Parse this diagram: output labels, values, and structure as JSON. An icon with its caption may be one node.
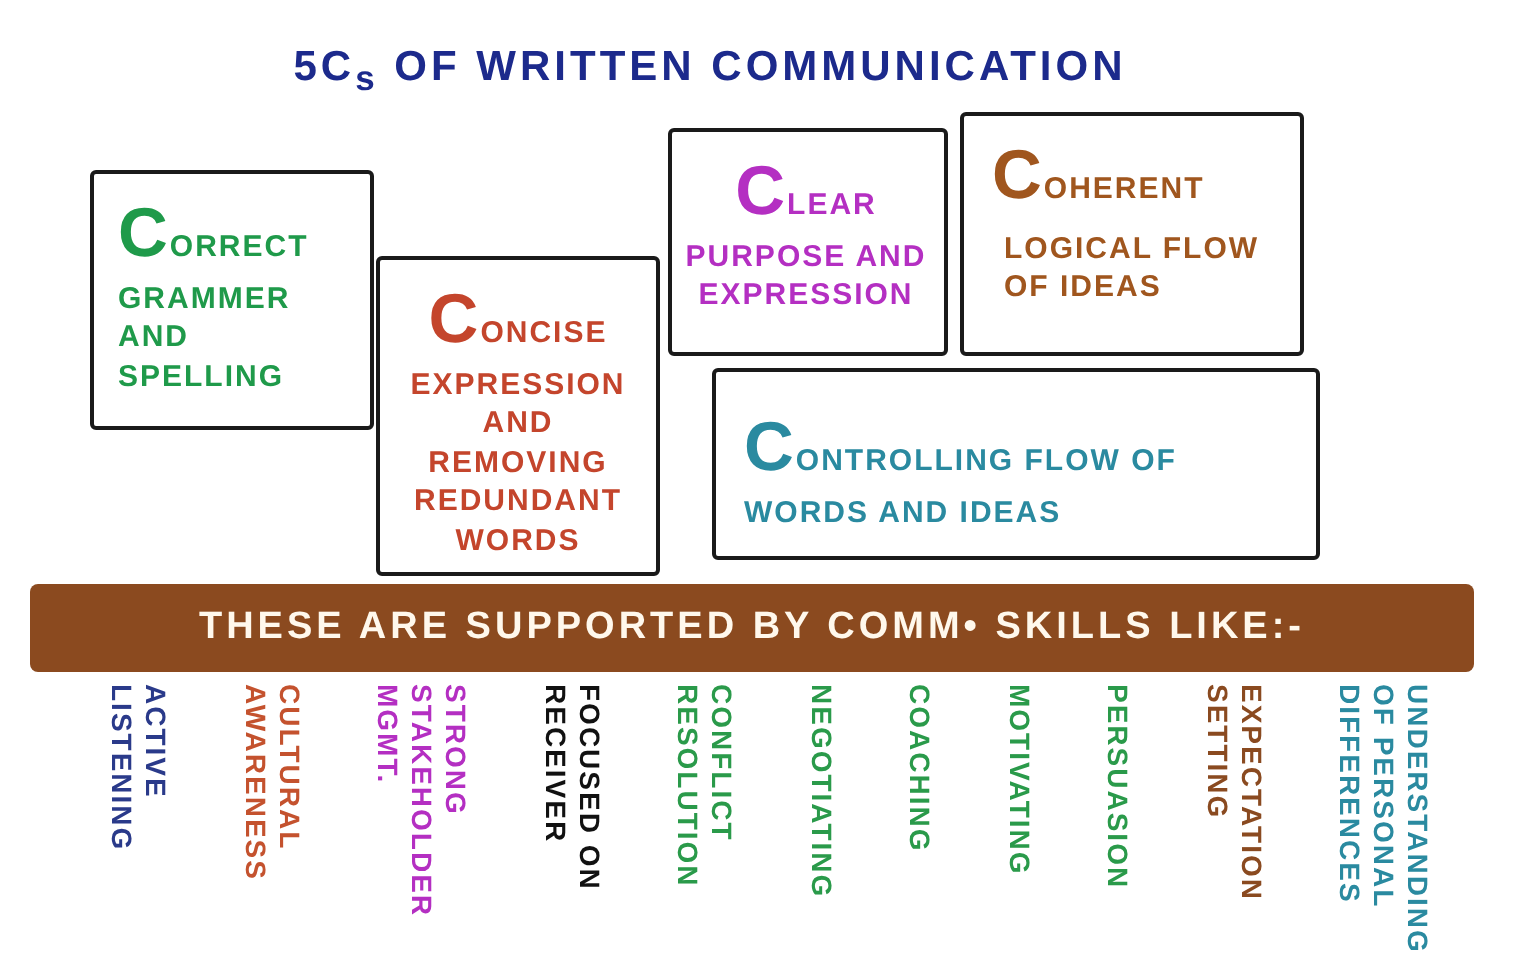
{
  "diagram": {
    "title": "5C$_{s}$ OF WRITTEN COMMUNICATION",
    "nodes": [
      {
        "text": [
          "CORRECT GRAMMER AND SPELLING"
        ]
      },
      {
        "text": [
          "CONCISE EXPRESSION AND REMOVING REDUNDANT WORDS"
        ]
      },
      {
        "text": [
          "CLEAR PURPOSE AND EXPRESSION"
        ]
      },
      {
        "text": [
          "COHERENT",
          "LOGICAL FLOW OF IDEAS"
        ]
      },
      {
        "text": [
          "CONTROLLING FLOW OF WORDS AND IDEAS"
        ]
      },
      {
        "text": [
          "THESE ARE SUPPORTED BY COMM• SKILLS LIKE:-"
        ]
      }
    ],
    "labels": [
      "ACTIVE LISTENING",
      "CULTURAL AWARENESS",
      "STRONG STAKEHOLDER MGMT.",
      "FOCUSED ON RECEIVER",
      "CONFLICT RESOLUTION",
      "NEGOTIATING",
      "COACHING",
      "MOTIVATING",
      "PERSUASION",
      "EXPECTATION SETTING",
      "UNDERSTANDING OF PERSONAL DIFFERENCES"
    ]
  }
}
